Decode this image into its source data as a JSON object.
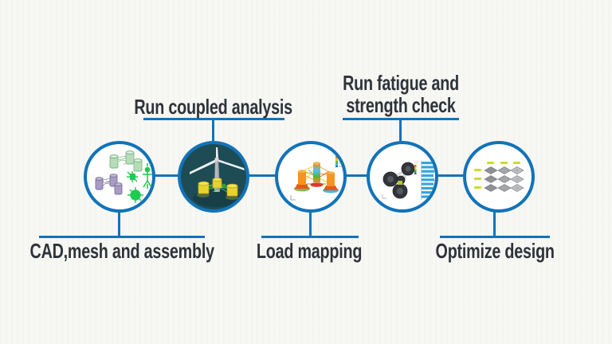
{
  "colors": {
    "accent-blue": "#1173b9",
    "text-color": "#2e333a",
    "background": "#f7f7f4",
    "circle-dark-fill": "#1d4c55"
  },
  "steps": [
    {
      "label": "CAD,mesh and assembly",
      "label_position": "below",
      "icon": "cad-mesh-assembly-icon"
    },
    {
      "label": "Run coupled analysis",
      "label_position": "above",
      "icon": "floating-wind-turbine-icon"
    },
    {
      "label": "Load mapping",
      "label_position": "below",
      "icon": "load-mapped-platform-icon"
    },
    {
      "label": "Run fatigue and strength check",
      "label_position": "above",
      "icon": "fatigue-strength-results-icon"
    },
    {
      "label": "Optimize design",
      "label_position": "below",
      "icon": "design-variants-grid-icon"
    }
  ]
}
